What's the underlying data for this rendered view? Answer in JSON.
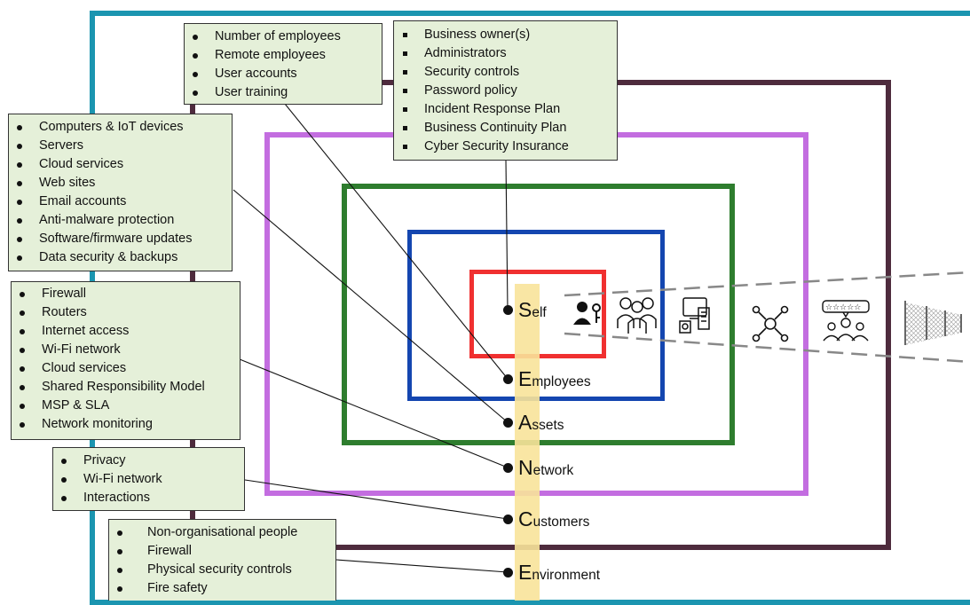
{
  "colors": {
    "outer": "#1b95b0",
    "environment": "#4e2b3d",
    "customers": "#c36de0",
    "network": "#2e7d2e",
    "assets": "#1446b0",
    "self": "#f03030",
    "highlight": "#f8e39a",
    "box_fill": "#e5f0d9"
  },
  "layers": [
    {
      "initial": "S",
      "rest": "elf"
    },
    {
      "initial": "E",
      "rest": "mployees"
    },
    {
      "initial": "A",
      "rest": "ssets"
    },
    {
      "initial": "N",
      "rest": "etwork"
    },
    {
      "initial": "C",
      "rest": "ustomers"
    },
    {
      "initial": "E",
      "rest": "nvironment"
    }
  ],
  "boxes": {
    "employees": [
      "Number of employees",
      "Remote employees",
      "User accounts",
      "User training"
    ],
    "self": [
      "Business owner(s)",
      "Administrators",
      "Security controls",
      "Password policy",
      "Incident Response Plan",
      "Business Continuity Plan",
      "Cyber Security Insurance"
    ],
    "assets": [
      "Computers & IoT devices",
      "Servers",
      "Cloud services",
      "Web sites",
      "Email accounts",
      "Anti-malware protection",
      "Software/firmware updates",
      "Data security & backups"
    ],
    "network": [
      "Firewall",
      "Routers",
      "Internet access",
      "Wi-Fi network",
      "Cloud services",
      "Shared Responsibility Model",
      "MSP & SLA",
      "Network monitoring"
    ],
    "customers": [
      "Privacy",
      "Wi-Fi network",
      "Interactions"
    ],
    "environment": [
      "Non-organisational people",
      "Firewall",
      "Physical security controls",
      "Fire safety"
    ]
  },
  "icons": [
    "user-key-icon",
    "team-icon",
    "devices-icon",
    "network-hub-icon",
    "customer-rating-icon",
    "fence-icon"
  ]
}
